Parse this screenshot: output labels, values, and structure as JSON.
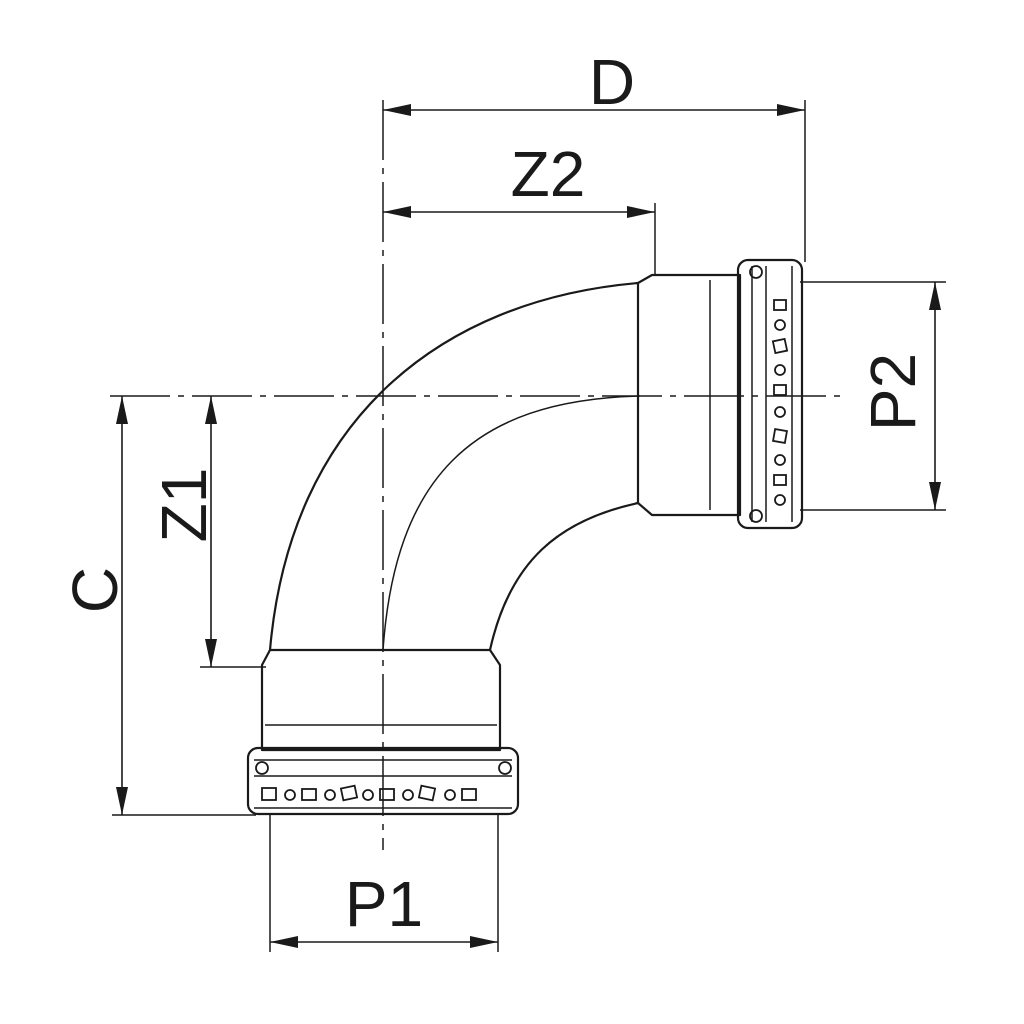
{
  "dimensions": {
    "d": "D",
    "z2": "Z2",
    "z1": "Z1",
    "c": "C",
    "p1": "P1",
    "p2": "P2"
  }
}
